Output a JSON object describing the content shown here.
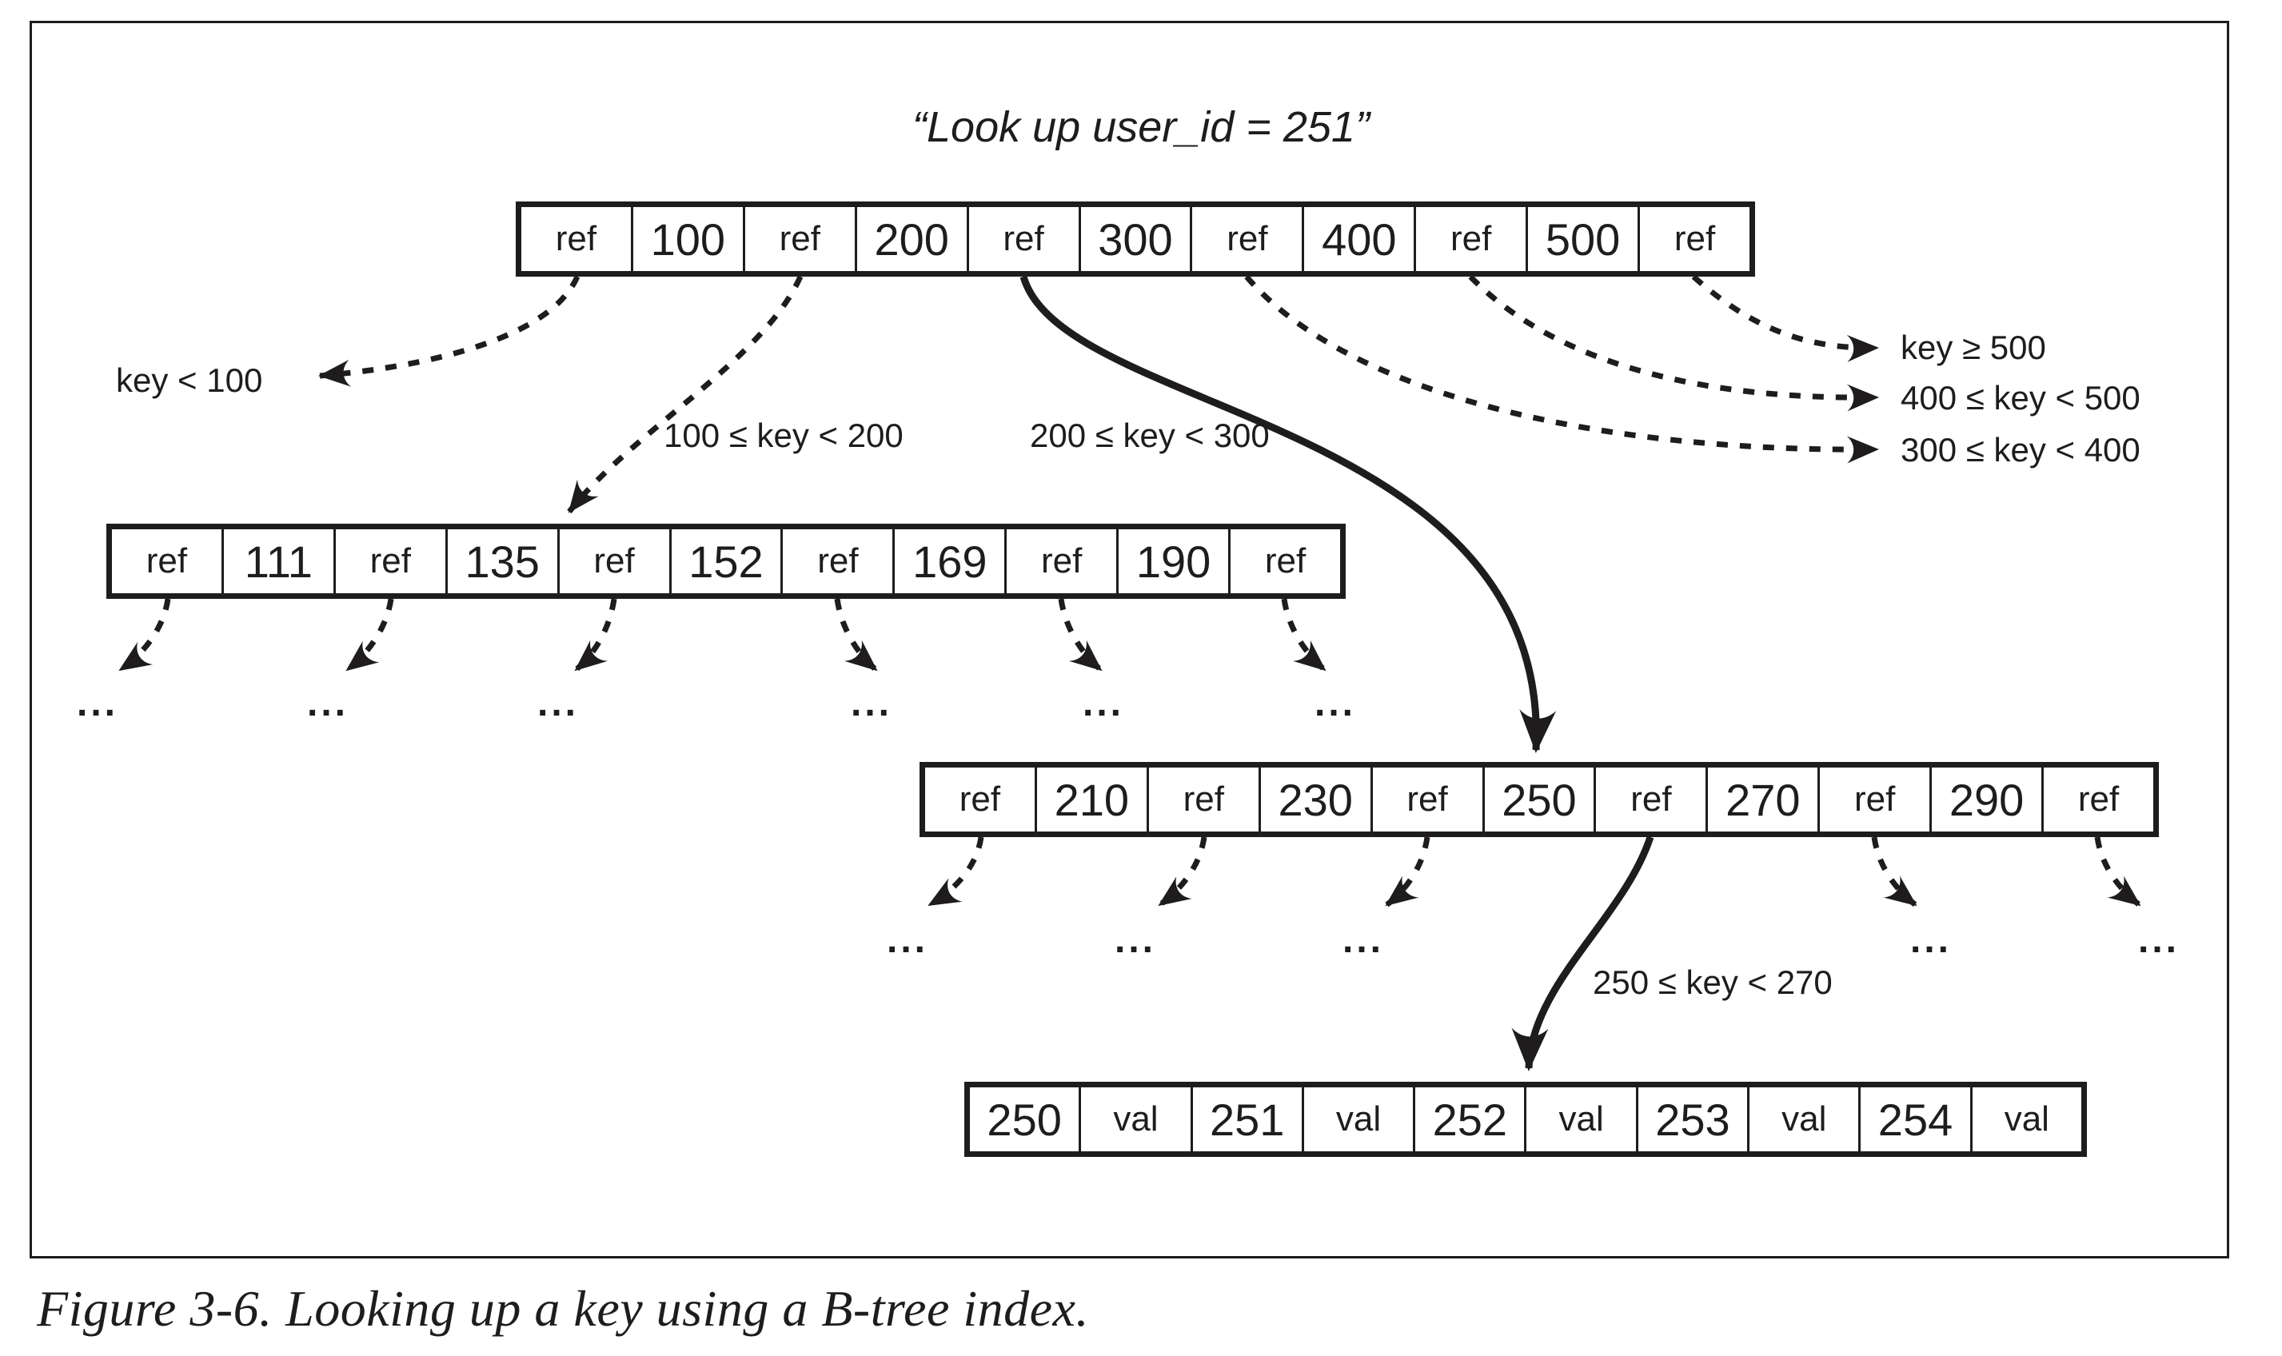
{
  "figure": {
    "query_title": "“Look up user_id = 251”",
    "caption": "Figure 3-6. Looking up a key using a B-tree index."
  },
  "tree": {
    "root_page": [
      "ref",
      "100",
      "ref",
      "200",
      "ref",
      "300",
      "ref",
      "400",
      "ref",
      "500",
      "ref"
    ],
    "branch_100s": [
      "ref",
      "111",
      "ref",
      "135",
      "ref",
      "152",
      "ref",
      "169",
      "ref",
      "190",
      "ref"
    ],
    "branch_200s": [
      "ref",
      "210",
      "ref",
      "230",
      "ref",
      "250",
      "ref",
      "270",
      "ref",
      "290",
      "ref"
    ],
    "leaf_page": [
      "250",
      "val",
      "251",
      "val",
      "252",
      "val",
      "253",
      "val",
      "254",
      "val"
    ]
  },
  "edge_labels": {
    "key_lt_100": "key < 100",
    "key_100_200": "100 ≤ key < 200",
    "key_200_300": "200 ≤ key < 300",
    "key_ge_500": "key ≥ 500",
    "key_400_500": "400 ≤ key < 500",
    "key_300_400": "300 ≤ key < 400",
    "key_250_270": "250 ≤ key < 270"
  },
  "glyphs": {
    "ellipsis": "..."
  },
  "colors": {
    "ink": "#1e1c1d",
    "background": "#ffffff"
  }
}
